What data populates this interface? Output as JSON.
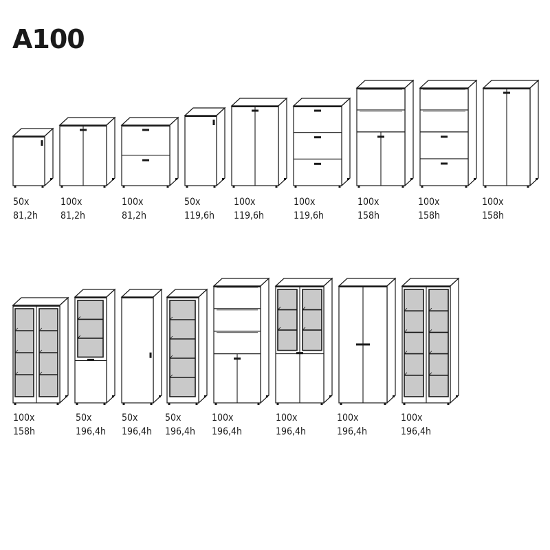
{
  "title": "A100",
  "rows": [
    {
      "items": [
        {
          "type": "door1",
          "width": "50x",
          "height": "81,2h"
        },
        {
          "type": "door2",
          "width": "100x",
          "height": "81,2h"
        },
        {
          "type": "drawers2",
          "width": "100x",
          "height": "81,2h"
        },
        {
          "type": "door1",
          "width": "50x",
          "height": "119,6h"
        },
        {
          "type": "door2",
          "width": "100x",
          "height": "119,6h"
        },
        {
          "type": "drawers3",
          "width": "100x",
          "height": "119,6h"
        },
        {
          "type": "open-door2",
          "width": "100x",
          "height": "158h"
        },
        {
          "type": "open-drawers",
          "width": "100x",
          "height": "158h"
        },
        {
          "type": "door2",
          "width": "100x",
          "height": "158h"
        }
      ]
    },
    {
      "items": [
        {
          "type": "glass2",
          "width": "100x",
          "height": "158h"
        },
        {
          "type": "glass-door1",
          "width": "50x",
          "height": "196,4h"
        },
        {
          "type": "door1-tall",
          "width": "50x",
          "height": "196,4h"
        },
        {
          "type": "glass1",
          "width": "50x",
          "height": "196,4h"
        },
        {
          "type": "open-door2-tall",
          "width": "100x",
          "height": "196,4h"
        },
        {
          "type": "glass-door2",
          "width": "100x",
          "height": "196,4h"
        },
        {
          "type": "door2-tall",
          "width": "100x",
          "height": "196,4h"
        },
        {
          "type": "glass2-tall",
          "width": "100x",
          "height": "196,4h"
        }
      ]
    }
  ]
}
